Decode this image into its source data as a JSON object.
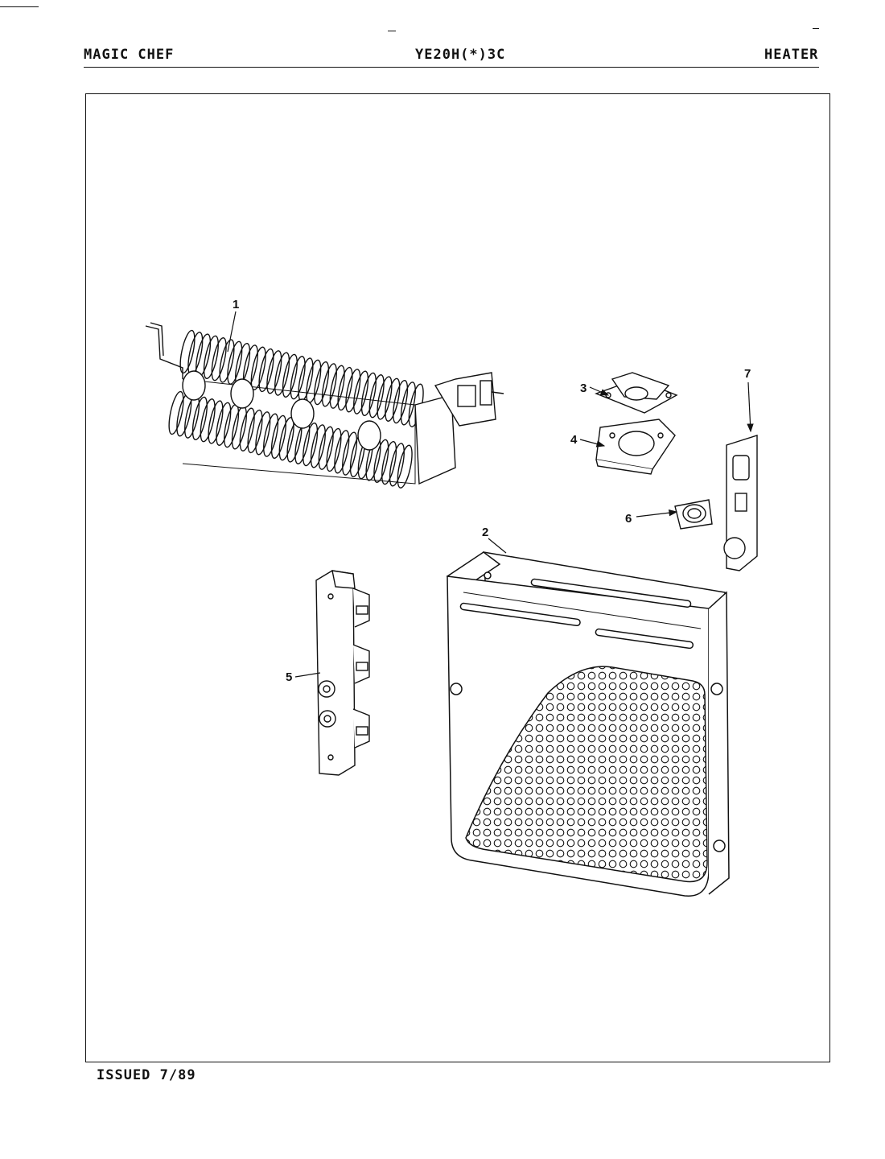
{
  "header": {
    "brand": "MAGIC CHEF",
    "model": "YE20H(*)3C",
    "section": "HEATER"
  },
  "footer": {
    "issued": "ISSUED 7/89"
  },
  "callouts": {
    "c1": "1",
    "c2": "2",
    "c3": "3",
    "c4": "4",
    "c5": "5",
    "c6": "6",
    "c7": "7"
  }
}
